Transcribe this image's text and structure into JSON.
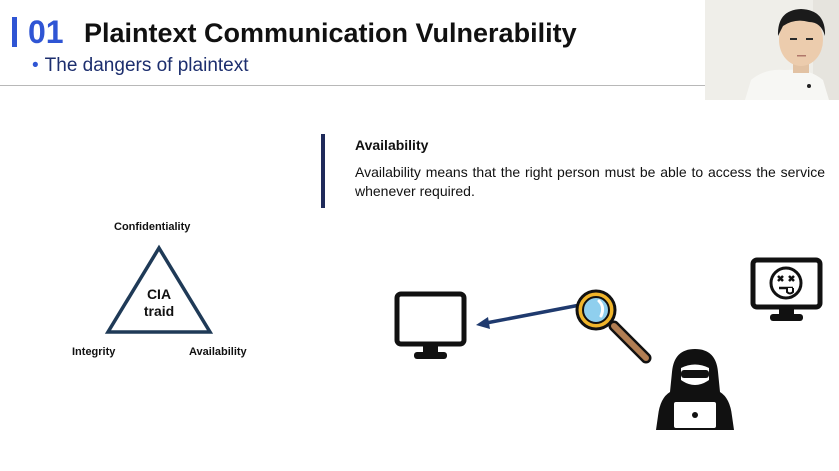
{
  "header": {
    "section_number": "01",
    "title": "Plaintext Communication Vulnerability",
    "subtitle": "The dangers of plaintext",
    "accent_color": "#2f55d4"
  },
  "availability": {
    "heading": "Availability",
    "text": "Availability means that the right person must be able to access the service whenever required."
  },
  "cia": {
    "top_label": "Confidentiality",
    "left_label": "Integrity",
    "right_label": "Availability",
    "center_line1": "CIA",
    "center_line2": "traid"
  },
  "icons": {
    "client": "monitor-icon",
    "inspector": "magnifier-icon",
    "attacker": "hacker-icon",
    "server_down": "dead-monitor-icon"
  }
}
